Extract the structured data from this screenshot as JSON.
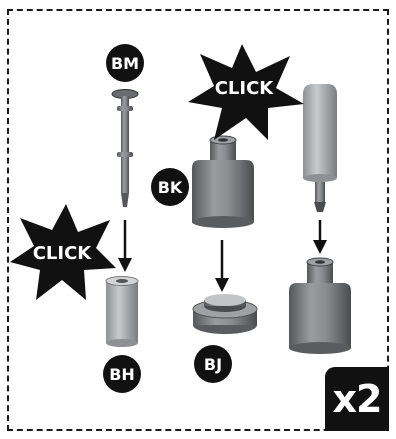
{
  "labels": {
    "bm": "BM",
    "bk": "BK",
    "bh": "BH",
    "bj": "BJ"
  },
  "callouts": {
    "click_top": "CLICK",
    "click_left": "CLICK"
  },
  "quantity": "x2",
  "colors": {
    "part_dark": "#6a6c6f",
    "part_mid": "#8a8c8f",
    "part_light": "#b8babc",
    "ink": "#111111"
  }
}
